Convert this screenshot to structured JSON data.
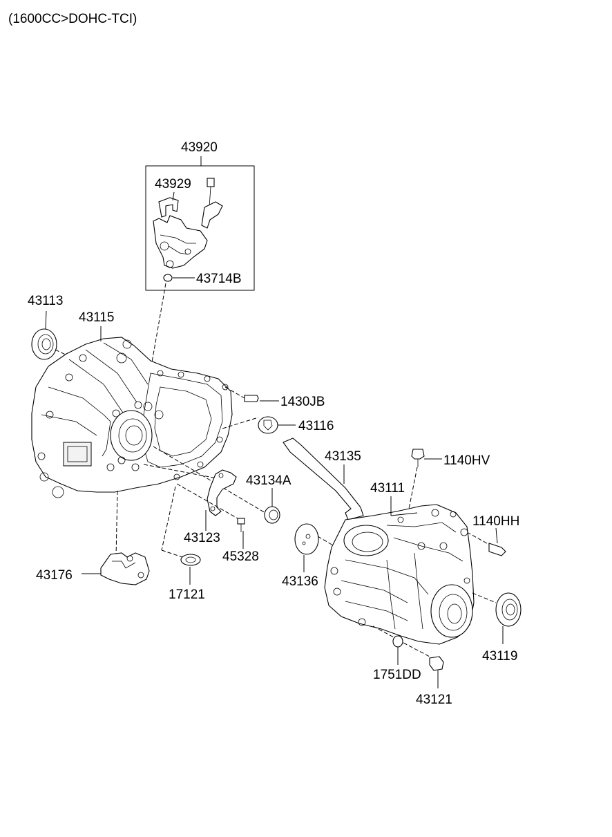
{
  "header": "(1600CC>DOHC-TCI)",
  "labels": {
    "p43920": "43920",
    "p43929": "43929",
    "p43714B": "43714B",
    "p43113": "43113",
    "p43115": "43115",
    "p1430JB": "1430JB",
    "p43116": "43116",
    "p43135": "43135",
    "p1140HV": "1140HV",
    "p43134A": "43134A",
    "p43111": "43111",
    "p1140HH": "1140HH",
    "p43123": "43123",
    "p45328": "45328",
    "p43136": "43136",
    "p43176": "43176",
    "p17121": "17121",
    "p43119": "43119",
    "p1751DD": "1751DD",
    "p43121": "43121"
  }
}
